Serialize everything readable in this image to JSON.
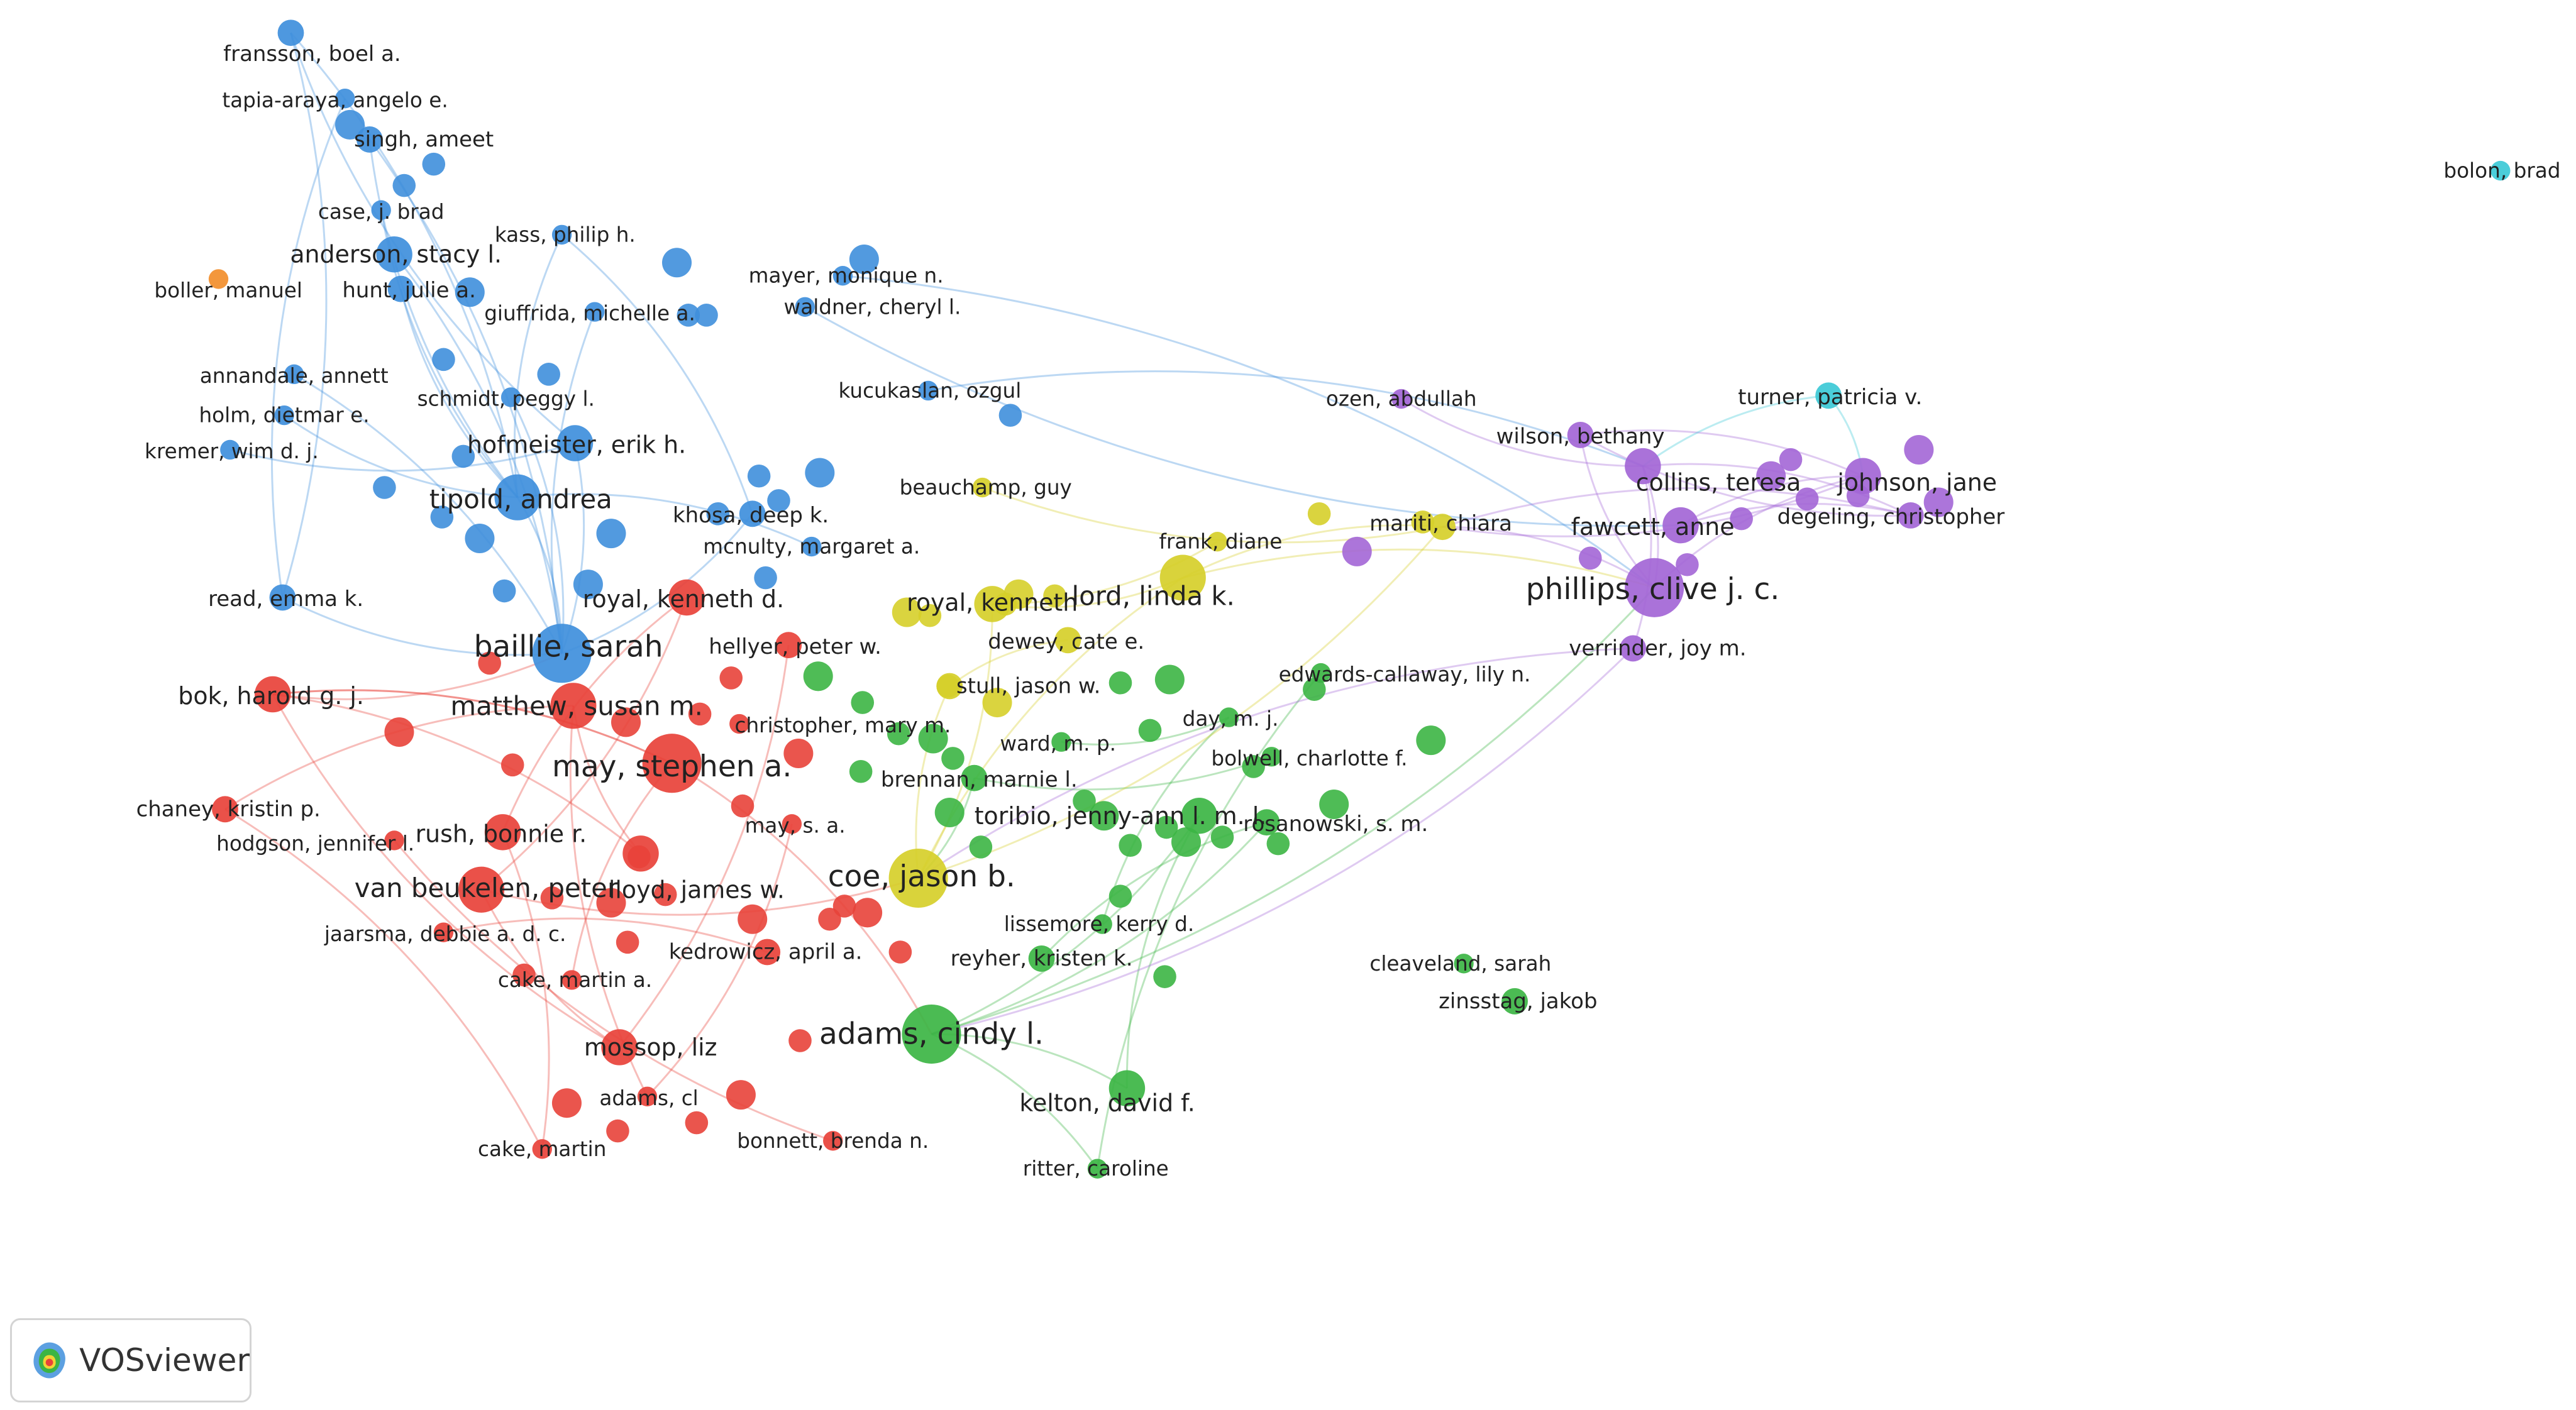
{
  "app": {
    "name": "VOSviewer"
  },
  "clusters": {
    "red": "#e8423a",
    "green": "#3cb544",
    "blue": "#3f8fdc",
    "yellow": "#d6cf2a",
    "purple": "#a366d6",
    "cyan": "#3cc9d6",
    "orange": "#f28e2b"
  },
  "nodes": [
    {
      "id": "fransson",
      "label": "fransson, boel a.",
      "cluster": "blue",
      "weight": 2
    },
    {
      "id": "tapia",
      "label": "tapia-araya, angelo e.",
      "cluster": "blue",
      "weight": 1
    },
    {
      "id": "singh",
      "label": "singh, ameet",
      "cluster": "blue",
      "weight": 2
    },
    {
      "id": "case_jb",
      "label": "case, j. brad",
      "cluster": "blue",
      "weight": 1
    },
    {
      "id": "anderson",
      "label": "anderson, stacy l.",
      "cluster": "blue",
      "weight": 3
    },
    {
      "id": "kass",
      "label": "kass, philip h.",
      "cluster": "blue",
      "weight": 1
    },
    {
      "id": "boller",
      "label": "boller, manuel",
      "cluster": "orange",
      "weight": 1
    },
    {
      "id": "hunt",
      "label": "hunt, julie a.",
      "cluster": "blue",
      "weight": 2
    },
    {
      "id": "giuffrida",
      "label": "giuffrida, michelle a.",
      "cluster": "blue",
      "weight": 1
    },
    {
      "id": "mayer",
      "label": "mayer, monique n.",
      "cluster": "blue",
      "weight": 1
    },
    {
      "id": "waldner",
      "label": "waldner, cheryl l.",
      "cluster": "blue",
      "weight": 1
    },
    {
      "id": "annandale",
      "label": "annandale, annett",
      "cluster": "blue",
      "weight": 1
    },
    {
      "id": "schmidt",
      "label": "schmidt, peggy l.",
      "cluster": "blue",
      "weight": 1
    },
    {
      "id": "holm",
      "label": "holm, dietmar e.",
      "cluster": "blue",
      "weight": 1
    },
    {
      "id": "kucukaslan",
      "label": "kucukaslan, ozgul",
      "cluster": "blue",
      "weight": 1
    },
    {
      "id": "hofmeister",
      "label": "hofmeister, erik h.",
      "cluster": "blue",
      "weight": 3
    },
    {
      "id": "kremer",
      "label": "kremer, wim d. j.",
      "cluster": "blue",
      "weight": 1
    },
    {
      "id": "tipold",
      "label": "tipold, andrea",
      "cluster": "blue",
      "weight": 4
    },
    {
      "id": "khosa",
      "label": "khosa, deep k.",
      "cluster": "blue",
      "weight": 2
    },
    {
      "id": "mcnulty",
      "label": "mcnulty, margaret a.",
      "cluster": "blue",
      "weight": 1
    },
    {
      "id": "read",
      "label": "read, emma k.",
      "cluster": "blue",
      "weight": 2
    },
    {
      "id": "baillie",
      "label": "baillie, sarah",
      "cluster": "blue",
      "weight": 5
    },
    {
      "id": "royal_kd",
      "label": "royal, kenneth d.",
      "cluster": "red",
      "weight": 3
    },
    {
      "id": "hellyer",
      "label": "hellyer, peter w.",
      "cluster": "red",
      "weight": 2
    },
    {
      "id": "bok",
      "label": "bok, harold g. j.",
      "cluster": "red",
      "weight": 3
    },
    {
      "id": "matthew",
      "label": "matthew, susan m.",
      "cluster": "red",
      "weight": 4
    },
    {
      "id": "christopher_m",
      "label": "christopher, mary m.",
      "cluster": "red",
      "weight": 1
    },
    {
      "id": "may_sa",
      "label": "may, stephen a.",
      "cluster": "red",
      "weight": 5
    },
    {
      "id": "chaney",
      "label": "chaney, kristin p.",
      "cluster": "red",
      "weight": 2
    },
    {
      "id": "hodgson",
      "label": "hodgson, jennifer l.",
      "cluster": "red",
      "weight": 1
    },
    {
      "id": "rush",
      "label": "rush, bonnie r.",
      "cluster": "red",
      "weight": 3
    },
    {
      "id": "may_s",
      "label": "may, s. a.",
      "cluster": "red",
      "weight": 1
    },
    {
      "id": "vanbeukelen",
      "label": "van beukelen, peter",
      "cluster": "red",
      "weight": 4
    },
    {
      "id": "lloyd",
      "label": "lloyd, james w.",
      "cluster": "red",
      "weight": 3
    },
    {
      "id": "jaarsma",
      "label": "jaarsma, debbie a. d. c.",
      "cluster": "red",
      "weight": 1
    },
    {
      "id": "kedrowicz",
      "label": "kedrowicz, april a.",
      "cluster": "red",
      "weight": 2
    },
    {
      "id": "cake_ma",
      "label": "cake, martin a.",
      "cluster": "red",
      "weight": 1
    },
    {
      "id": "mossop",
      "label": "mossop, liz",
      "cluster": "red",
      "weight": 3
    },
    {
      "id": "adams_cl",
      "label": "adams, cl",
      "cluster": "red",
      "weight": 1
    },
    {
      "id": "cake_m",
      "label": "cake, martin",
      "cluster": "red",
      "weight": 1
    },
    {
      "id": "bonnett",
      "label": "bonnett, brenda n.",
      "cluster": "red",
      "weight": 1
    },
    {
      "id": "beauchamp",
      "label": "beauchamp, guy",
      "cluster": "yellow",
      "weight": 1
    },
    {
      "id": "frank",
      "label": "frank, diane",
      "cluster": "yellow",
      "weight": 1
    },
    {
      "id": "royal_k",
      "label": "royal, kenneth",
      "cluster": "yellow",
      "weight": 3
    },
    {
      "id": "lord",
      "label": "lord, linda k.",
      "cluster": "yellow",
      "weight": 4
    },
    {
      "id": "dewey",
      "label": "dewey, cate e.",
      "cluster": "yellow",
      "weight": 2
    },
    {
      "id": "stull",
      "label": "stull, jason w.",
      "cluster": "yellow",
      "weight": 2
    },
    {
      "id": "coe",
      "label": "coe, jason b.",
      "cluster": "yellow",
      "weight": 5
    },
    {
      "id": "mariti",
      "label": "mariti, chiara",
      "cluster": "yellow",
      "weight": 2
    },
    {
      "id": "edwards",
      "label": "edwards-callaway, lily n.",
      "cluster": "green",
      "weight": 1
    },
    {
      "id": "day",
      "label": "day, m. j.",
      "cluster": "green",
      "weight": 1
    },
    {
      "id": "ward",
      "label": "ward, m. p.",
      "cluster": "green",
      "weight": 1
    },
    {
      "id": "bolwell",
      "label": "bolwell, charlotte f.",
      "cluster": "green",
      "weight": 1
    },
    {
      "id": "brennan",
      "label": "brennan, marnie l.",
      "cluster": "green",
      "weight": 2
    },
    {
      "id": "toribio",
      "label": "toribio, jenny-ann l. m. l.",
      "cluster": "green",
      "weight": 3
    },
    {
      "id": "rosanowski",
      "label": "rosanowski, s. m.",
      "cluster": "green",
      "weight": 2
    },
    {
      "id": "lissemore",
      "label": "lissemore, kerry d.",
      "cluster": "green",
      "weight": 1
    },
    {
      "id": "reyher",
      "label": "reyher, kristen k.",
      "cluster": "green",
      "weight": 2
    },
    {
      "id": "adams_ci",
      "label": "adams, cindy l.",
      "cluster": "green",
      "weight": 5
    },
    {
      "id": "kelton",
      "label": "kelton, david f.",
      "cluster": "green",
      "weight": 3
    },
    {
      "id": "ritter",
      "label": "ritter, caroline",
      "cluster": "green",
      "weight": 1
    },
    {
      "id": "cleaveland",
      "label": "cleaveland, sarah",
      "cluster": "green",
      "weight": 1
    },
    {
      "id": "zinsstag",
      "label": "zinsstag, jakob",
      "cluster": "green",
      "weight": 2
    },
    {
      "id": "ozen",
      "label": "ozen, abdullah",
      "cluster": "purple",
      "weight": 1
    },
    {
      "id": "turner",
      "label": "turner, patricia v.",
      "cluster": "cyan",
      "weight": 2
    },
    {
      "id": "wilson",
      "label": "wilson, bethany",
      "cluster": "purple",
      "weight": 2
    },
    {
      "id": "collins",
      "label": "collins, teresa",
      "cluster": "purple",
      "weight": 3
    },
    {
      "id": "johnson",
      "label": "johnson, jane",
      "cluster": "purple",
      "weight": 3
    },
    {
      "id": "fawcett",
      "label": "fawcett, anne",
      "cluster": "purple",
      "weight": 3
    },
    {
      "id": "degeling",
      "label": "degeling, christopher",
      "cluster": "purple",
      "weight": 2
    },
    {
      "id": "phillips",
      "label": "phillips, clive j. c.",
      "cluster": "purple",
      "weight": 5
    },
    {
      "id": "verrinder",
      "label": "verrinder, joy m.",
      "cluster": "purple",
      "weight": 2
    },
    {
      "id": "bolon",
      "label": "bolon, brad",
      "cluster": "cyan",
      "weight": 1
    }
  ]
}
